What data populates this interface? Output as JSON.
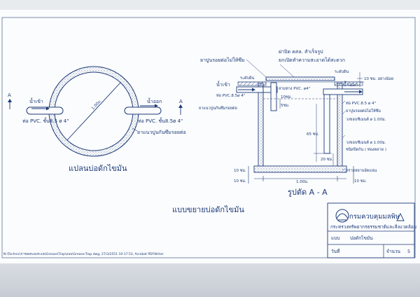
{
  "plan": {
    "marker_left": "A",
    "marker_right": "A",
    "inlet_label": "น้ำเข้า",
    "inlet_pipe": "ท่อ PVC. ชั้น8.5 ø 4\"",
    "outlet_label": "น้ำออก",
    "outlet_pipe": "ท่อ PVC. ชั้น8.5ø 4\"",
    "diameter": "1.00ม.",
    "joint_note": "ยาแนวปูนกันซึมรอยต่อ",
    "title": "แปลนบ่อดักไขมัน"
  },
  "section": {
    "note_top_left": "ยาปูนรอยต่อไม่ให้ซึม",
    "note_top_right_1": "ฝาปิด คสล. สำเร็จรูป",
    "note_top_right_2": "ยกเปิดทำความสะอาดได้สะดวก",
    "ground_left": "ระดับดิน",
    "ground_right": "ระดับดิน",
    "cover_dim": "10 ซม. อย่างน้อย",
    "inlet": "น้ำเข้า",
    "outlet": "น้ำออก",
    "pipe_left": "ท่อ PVC.8.5ø 4\"",
    "tee": "สามทาง PVC. ø4\"",
    "dim_10cm": "10ซม.",
    "dim_5cm": "5ซม.",
    "pipe_right": "ท่อ PVC.8.5 ø 4\"",
    "joint_left": "ยาแนวปูนกันซึมรอยต่อ",
    "joint_right": "ยาปูนรอยต่อไม่ให้ซึม",
    "ring_label": "วงขอบซีเมนต์ ø 1.00ม.",
    "depth": "65 ซม.",
    "ring_bottom_1": "วงขอบซีเมนต์ ø 1.00ม.",
    "ring_bottom_2": "ชนิดปิดก้น ( ท่องตลาด )",
    "dim_20cm": "20 ซม.",
    "sand_label": "ทรายหยาบอัดแน่น",
    "dim_10_a": "10 ซม.",
    "dim_10_b": "10 ซม.",
    "dim_10_c": "10 ซม.",
    "width": "1.00ม.",
    "title": "รูปตัด A - A"
  },
  "main_title": "แบบขยายบ่อดักไขมัน",
  "title_block": {
    "org": "กรมควบคุมมลพิษ",
    "dept": "กระทรวงทรัพยากรธรรมชาติและสิ่งแวดล้อม",
    "drawing_label": "แบบ",
    "drawing_name": "บ่อดักไขมัน",
    "date_label": "วันที่",
    "sheet_label": "จำนวน",
    "sheet_value": "5"
  },
  "file_path": "N:\\Technic\\การออกแบบระบบ\\Grease\\Trap\\แบบ\\Grease-Trap.dwg, 27/3/2551 10:17:53, Acrobat PDFWriter"
}
